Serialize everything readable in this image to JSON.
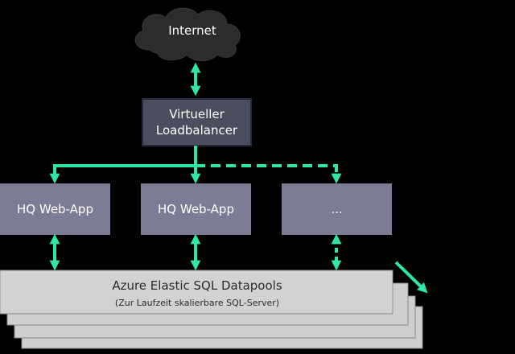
{
  "nodes": {
    "internet": "Internet",
    "loadbalancer_line1": "Virtueller",
    "loadbalancer_line2": "Loadbalancer",
    "webapp_1": "HQ Web-App",
    "webapp_2": "HQ Web-App",
    "webapp_more": "...",
    "pool_title": "Azure Elastic SQL Datapools",
    "pool_subtitle": "(Zur Laufzeit skalierbare SQL-Server)"
  },
  "colors": {
    "background": "#000000",
    "connector": "#2ee6a8",
    "node_fill": "#4b4e5e",
    "webapp_fill": "#7c7c96",
    "pool_fill": "#cfcfcf",
    "cloud_fill": "#2c2c2c"
  }
}
